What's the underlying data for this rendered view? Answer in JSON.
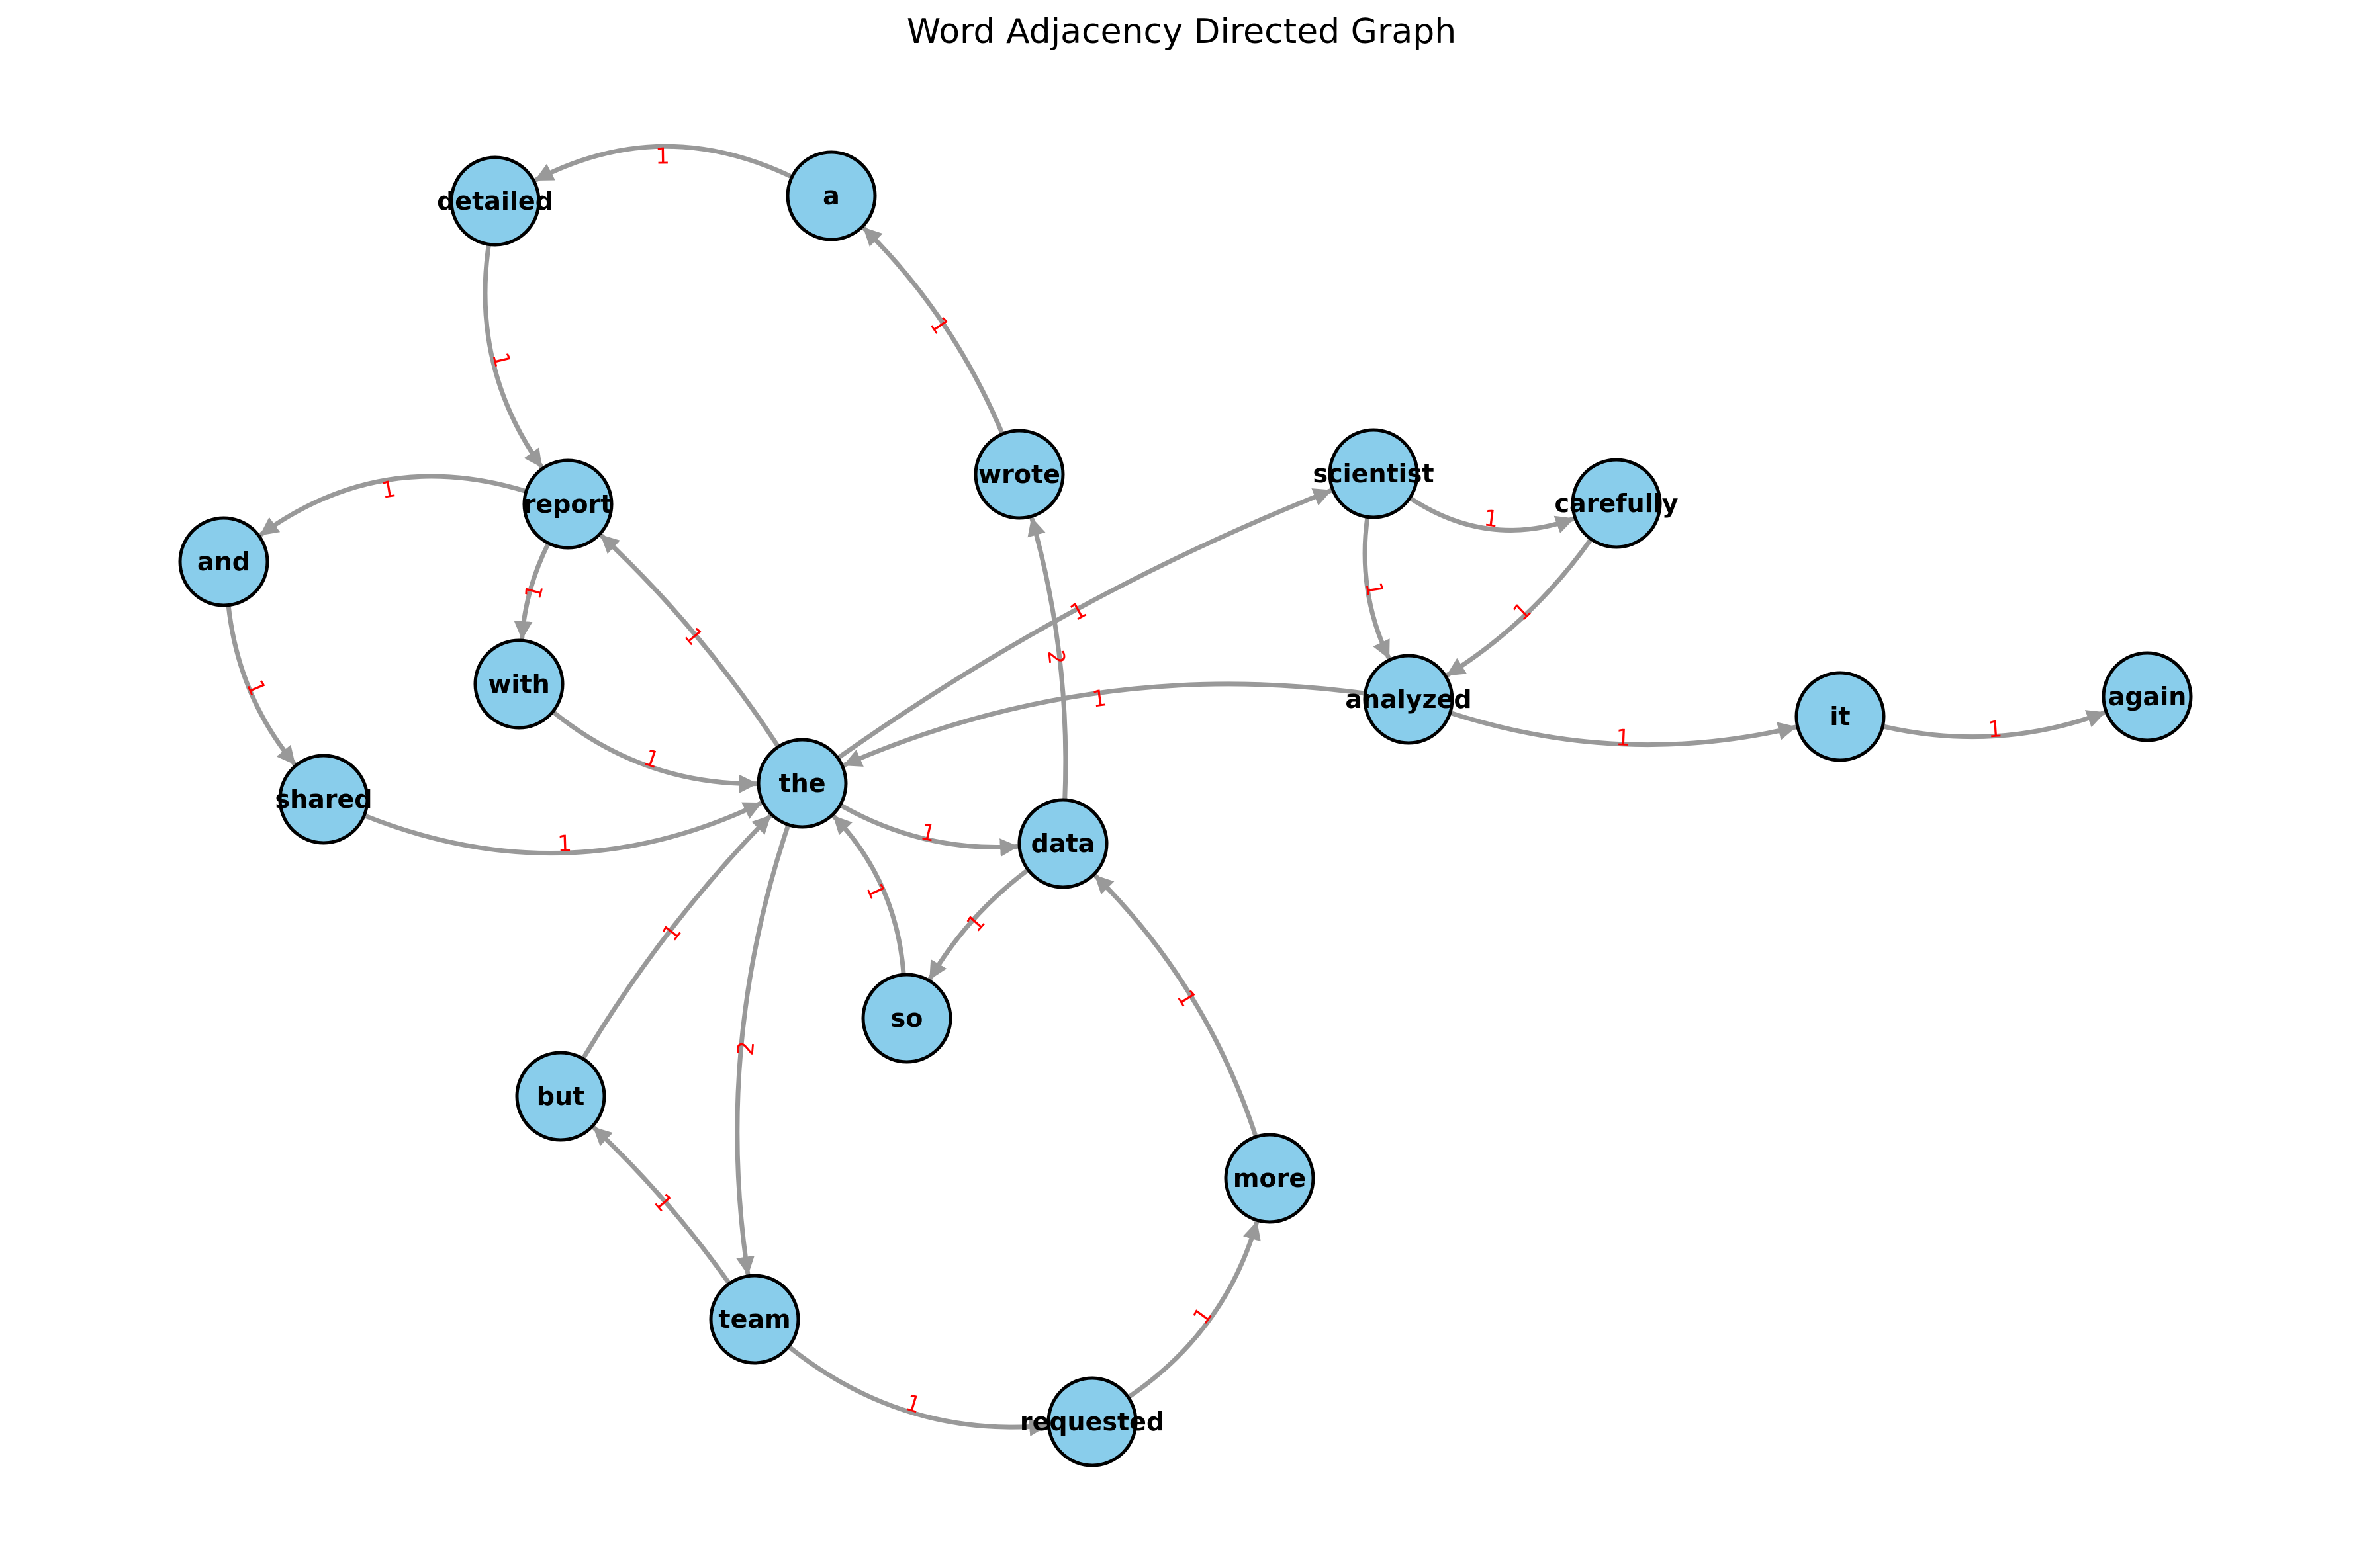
{
  "title": "Word Adjacency Directed Graph",
  "colors": {
    "node_fill": "#89cdeb",
    "node_stroke": "#000000",
    "edge": "#999999",
    "edge_label": "#ff0000"
  },
  "nodes": [
    "detailed",
    "a",
    "report",
    "and",
    "with",
    "wrote",
    "scientist",
    "carefully",
    "analyzed",
    "it",
    "again",
    "shared",
    "the",
    "data",
    "so",
    "but",
    "more",
    "team",
    "requested"
  ],
  "edges": [
    {
      "source": "a",
      "target": "detailed",
      "weight": "1"
    },
    {
      "source": "detailed",
      "target": "report",
      "weight": "1"
    },
    {
      "source": "wrote",
      "target": "a",
      "weight": "1"
    },
    {
      "source": "report",
      "target": "and",
      "weight": "1"
    },
    {
      "source": "report",
      "target": "with",
      "weight": "1"
    },
    {
      "source": "and",
      "target": "shared",
      "weight": "1"
    },
    {
      "source": "with",
      "target": "the",
      "weight": "1"
    },
    {
      "source": "shared",
      "target": "the",
      "weight": "1"
    },
    {
      "source": "the",
      "target": "report",
      "weight": "1"
    },
    {
      "source": "the",
      "target": "scientist",
      "weight": "1"
    },
    {
      "source": "the",
      "target": "data",
      "weight": "1"
    },
    {
      "source": "the",
      "target": "team",
      "weight": "2"
    },
    {
      "source": "data",
      "target": "wrote",
      "weight": "2"
    },
    {
      "source": "data",
      "target": "so",
      "weight": "1"
    },
    {
      "source": "so",
      "target": "the",
      "weight": "1"
    },
    {
      "source": "but",
      "target": "the",
      "weight": "1"
    },
    {
      "source": "team",
      "target": "but",
      "weight": "1"
    },
    {
      "source": "team",
      "target": "requested",
      "weight": "1"
    },
    {
      "source": "requested",
      "target": "more",
      "weight": "1"
    },
    {
      "source": "more",
      "target": "data",
      "weight": "1"
    },
    {
      "source": "scientist",
      "target": "carefully",
      "weight": "1"
    },
    {
      "source": "scientist",
      "target": "analyzed",
      "weight": "1"
    },
    {
      "source": "carefully",
      "target": "analyzed",
      "weight": "1"
    },
    {
      "source": "analyzed",
      "target": "the",
      "weight": "1"
    },
    {
      "source": "analyzed",
      "target": "it",
      "weight": "1"
    },
    {
      "source": "it",
      "target": "again",
      "weight": "1"
    }
  ]
}
